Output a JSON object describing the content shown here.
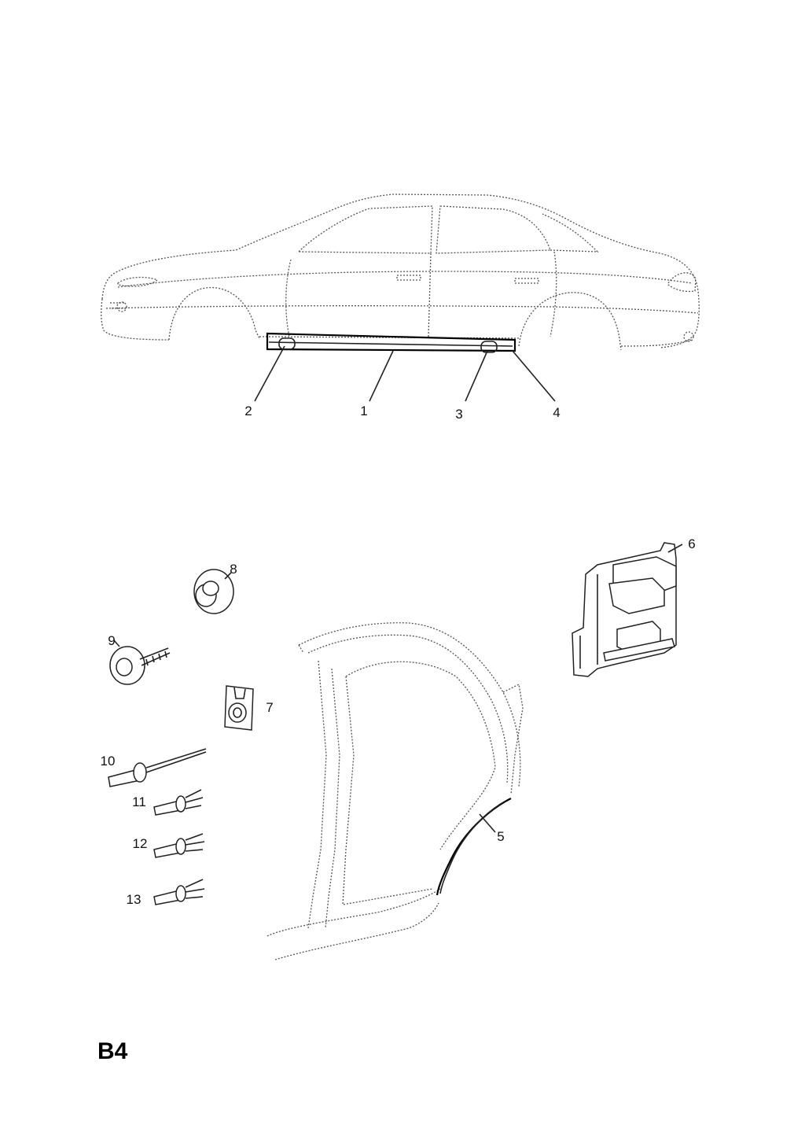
{
  "page_code": "B4",
  "callouts": {
    "c1": "1",
    "c2": "2",
    "c3": "3",
    "c4": "4",
    "c5": "5",
    "c6": "6",
    "c7": "7",
    "c8": "8",
    "c9": "9",
    "c10": "10",
    "c11": "11",
    "c12": "12",
    "c13": "13"
  }
}
